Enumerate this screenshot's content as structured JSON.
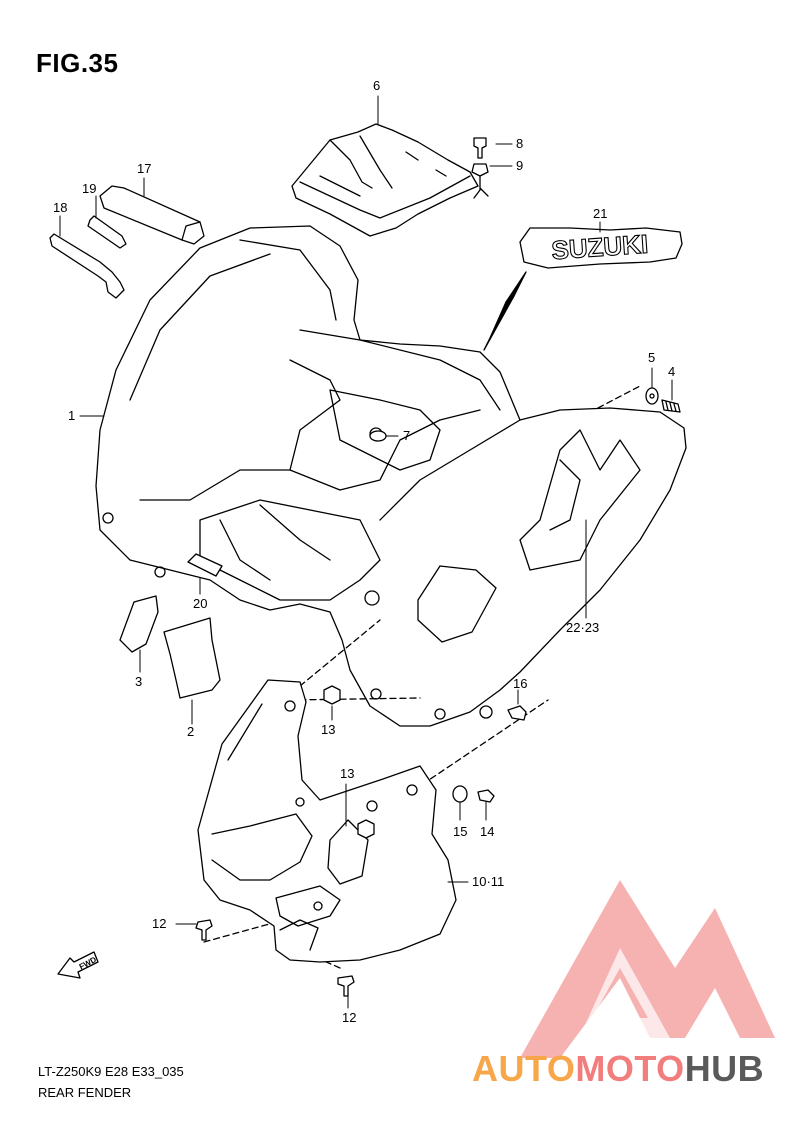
{
  "figure": {
    "title": "FIG.35",
    "caption_code": "LT-Z250K9 E28 E33_035",
    "caption_name": "REAR FENDER"
  },
  "callouts": {
    "c1": "1",
    "c2": "2",
    "c3": "3",
    "c4": "4",
    "c5": "5",
    "c6": "6",
    "c7": "7",
    "c8": "8",
    "c9": "9",
    "c10_11": "10·11",
    "c12a": "12",
    "c12b": "12",
    "c13a": "13",
    "c13b": "13",
    "c14": "14",
    "c15": "15",
    "c16": "16",
    "c17": "17",
    "c18": "18",
    "c19": "19",
    "c20": "20",
    "c21": "21",
    "c22_23": "22·23"
  },
  "decal_text": "SUZUKI",
  "fwd_text": "FWD",
  "watermark": {
    "part1": "AUTO",
    "part2": "MOTO",
    "part3": "HUB",
    "colors": {
      "orange": "#f7a74a",
      "pink": "#f27d7d",
      "gray": "#5a5a5a"
    }
  }
}
